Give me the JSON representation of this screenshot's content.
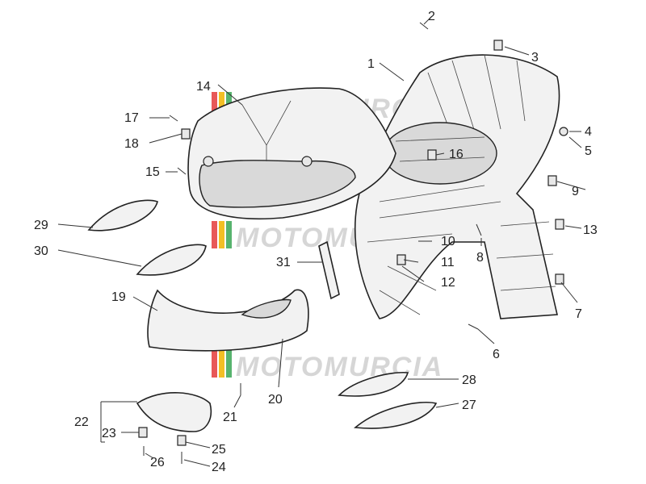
{
  "watermark": {
    "text": "MOTOMURCIA",
    "colors": [
      "#e43b3b",
      "#f2b400",
      "#3aa655"
    ]
  },
  "callouts": [
    {
      "id": "c1",
      "label": "1"
    },
    {
      "id": "c2",
      "label": "2"
    },
    {
      "id": "c3",
      "label": "3"
    },
    {
      "id": "c4",
      "label": "4"
    },
    {
      "id": "c5",
      "label": "5"
    },
    {
      "id": "c6",
      "label": "6"
    },
    {
      "id": "c7",
      "label": "7"
    },
    {
      "id": "c8",
      "label": "8"
    },
    {
      "id": "c9",
      "label": "9"
    },
    {
      "id": "c10",
      "label": "10"
    },
    {
      "id": "c11",
      "label": "11"
    },
    {
      "id": "c12",
      "label": "12"
    },
    {
      "id": "c13",
      "label": "13"
    },
    {
      "id": "c14",
      "label": "14"
    },
    {
      "id": "c15",
      "label": "15"
    },
    {
      "id": "c16",
      "label": "16"
    },
    {
      "id": "c17",
      "label": "17"
    },
    {
      "id": "c18",
      "label": "18"
    },
    {
      "id": "c19",
      "label": "19"
    },
    {
      "id": "c20",
      "label": "20"
    },
    {
      "id": "c21",
      "label": "21"
    },
    {
      "id": "c22",
      "label": "22"
    },
    {
      "id": "c23",
      "label": "23"
    },
    {
      "id": "c24",
      "label": "24"
    },
    {
      "id": "c25",
      "label": "25"
    },
    {
      "id": "c26",
      "label": "26"
    },
    {
      "id": "c27",
      "label": "27"
    },
    {
      "id": "c28",
      "label": "28"
    },
    {
      "id": "c29",
      "label": "29"
    },
    {
      "id": "c30",
      "label": "30"
    },
    {
      "id": "c31",
      "label": "31"
    }
  ]
}
